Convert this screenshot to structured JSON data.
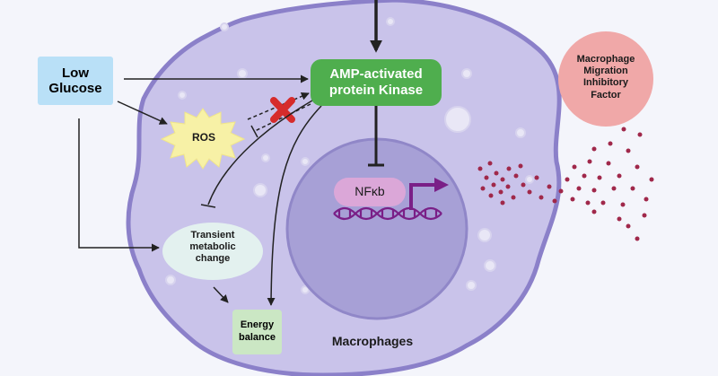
{
  "nodes": {
    "low_glucose": "Low\nGlucose",
    "ampk": "AMP-activated\nprotein Kinase",
    "ros": "ROS",
    "nfkb": "NFκb",
    "transient": "Transient\nmetabolic\nchange",
    "energy": "Energy\nbalance",
    "mif": "Macrophage\nMigration\nInhibitory\nFactor",
    "cell_label": "Macrophages"
  },
  "colors": {
    "cell_fill": "#c9c3ea",
    "cell_outline": "#8b80c9",
    "nucleus_fill": "#a7a0d6",
    "ampk_green": "#4fae4e",
    "low_glucose_blue": "#b9e0f7",
    "ros_yellow": "#f7f1a6",
    "transient_fill": "#e3f1ef",
    "energy_green": "#cbe7c4",
    "mif_pink": "#f0a8a8",
    "nfkb_pink": "#dba7d8",
    "dna_purple": "#7a1f87",
    "block_red": "#d62b2b",
    "dot_red": "#a0284a"
  }
}
